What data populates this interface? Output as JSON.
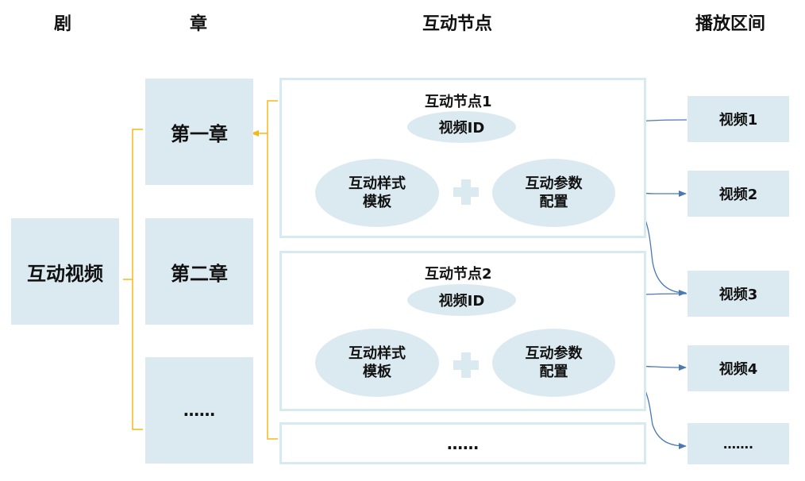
{
  "headers": {
    "drama": "剧",
    "chapter": "章",
    "interactive_node": "互动节点",
    "playback_range": "播放区间"
  },
  "drama_box": {
    "label": "互动视频"
  },
  "chapters": [
    {
      "label": "第一章"
    },
    {
      "label": "第二章"
    },
    {
      "label": "……"
    }
  ],
  "nodes": [
    {
      "title": "互动节点1",
      "video_id": "视频ID",
      "style_template": [
        "互动样式",
        "模板"
      ],
      "param_config": [
        "互动参数",
        "配置"
      ]
    },
    {
      "title": "互动节点2",
      "video_id": "视频ID",
      "style_template": [
        "互动样式",
        "模板"
      ],
      "param_config": [
        "互动参数",
        "配置"
      ]
    }
  ],
  "nodes_more": {
    "label": "……"
  },
  "videos": [
    {
      "label": "视频1"
    },
    {
      "label": "视频2"
    },
    {
      "label": "视频3"
    },
    {
      "label": "视频4"
    },
    {
      "label": "……."
    }
  ],
  "colors": {
    "box_fill": "#dbeaf1",
    "frame_border": "#d8eaf1",
    "bracket": "#f5b81c",
    "arrow": "#4a79b4"
  }
}
